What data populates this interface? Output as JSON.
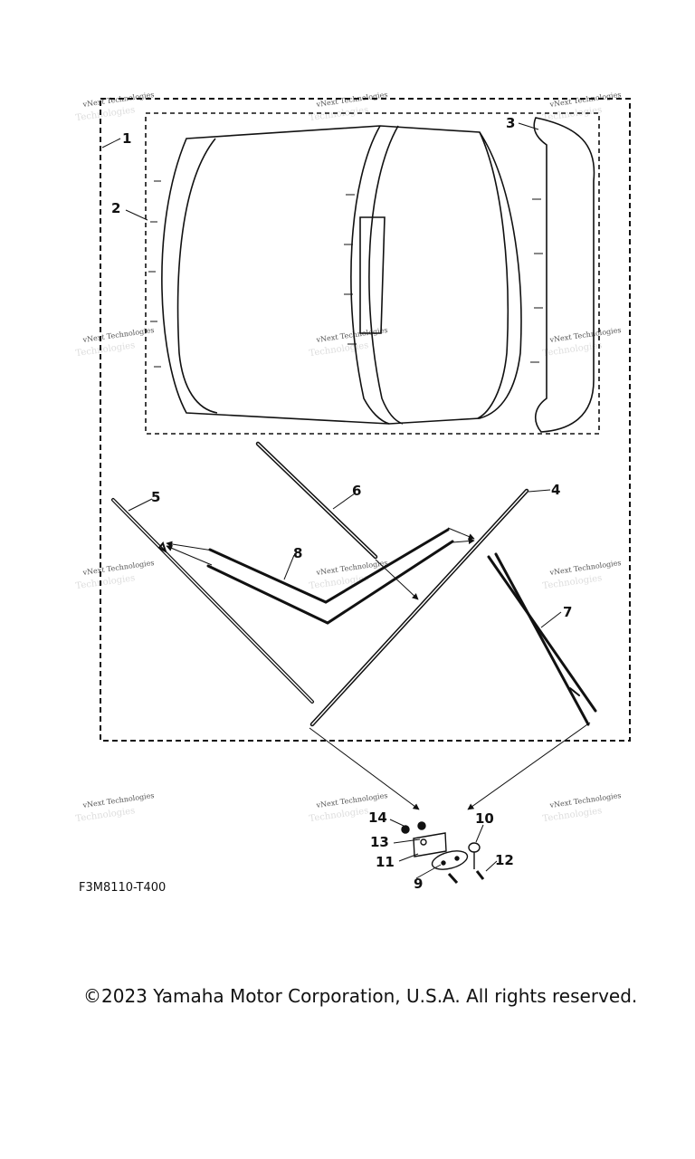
{
  "figure_code": "F3M8110-T400",
  "copyright": "©2023 Yamaha Motor Corporation, U.S.A. All rights reserved.",
  "watermark": {
    "line1": "vNext Technologies",
    "line2": "Technologies"
  },
  "callouts": {
    "p1": "1",
    "p2": "2",
    "p3": "3",
    "p4": "4",
    "p5": "5",
    "p6": "6",
    "p7": "7",
    "p8": "8",
    "p9": "9",
    "p10": "10",
    "p11": "11",
    "p12": "12",
    "p13": "13",
    "p14": "14"
  }
}
